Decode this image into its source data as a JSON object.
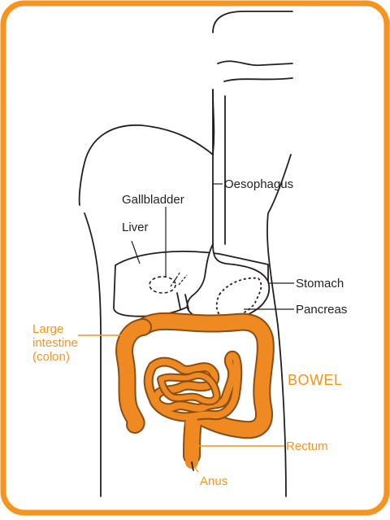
{
  "colors": {
    "border": "#f7941d",
    "bowel": "#ef8a23",
    "outline": "#231f20"
  },
  "labels": {
    "oesophagus": "Oesophagus",
    "gallbladder": "Gallbladder",
    "liver": "Liver",
    "stomach": "Stomach",
    "pancreas": "Pancreas",
    "large_intestine": [
      "Large",
      "intestine",
      "(colon)"
    ],
    "bowel": "BOWEL",
    "rectum": "Rectum",
    "anus": "Anus"
  }
}
